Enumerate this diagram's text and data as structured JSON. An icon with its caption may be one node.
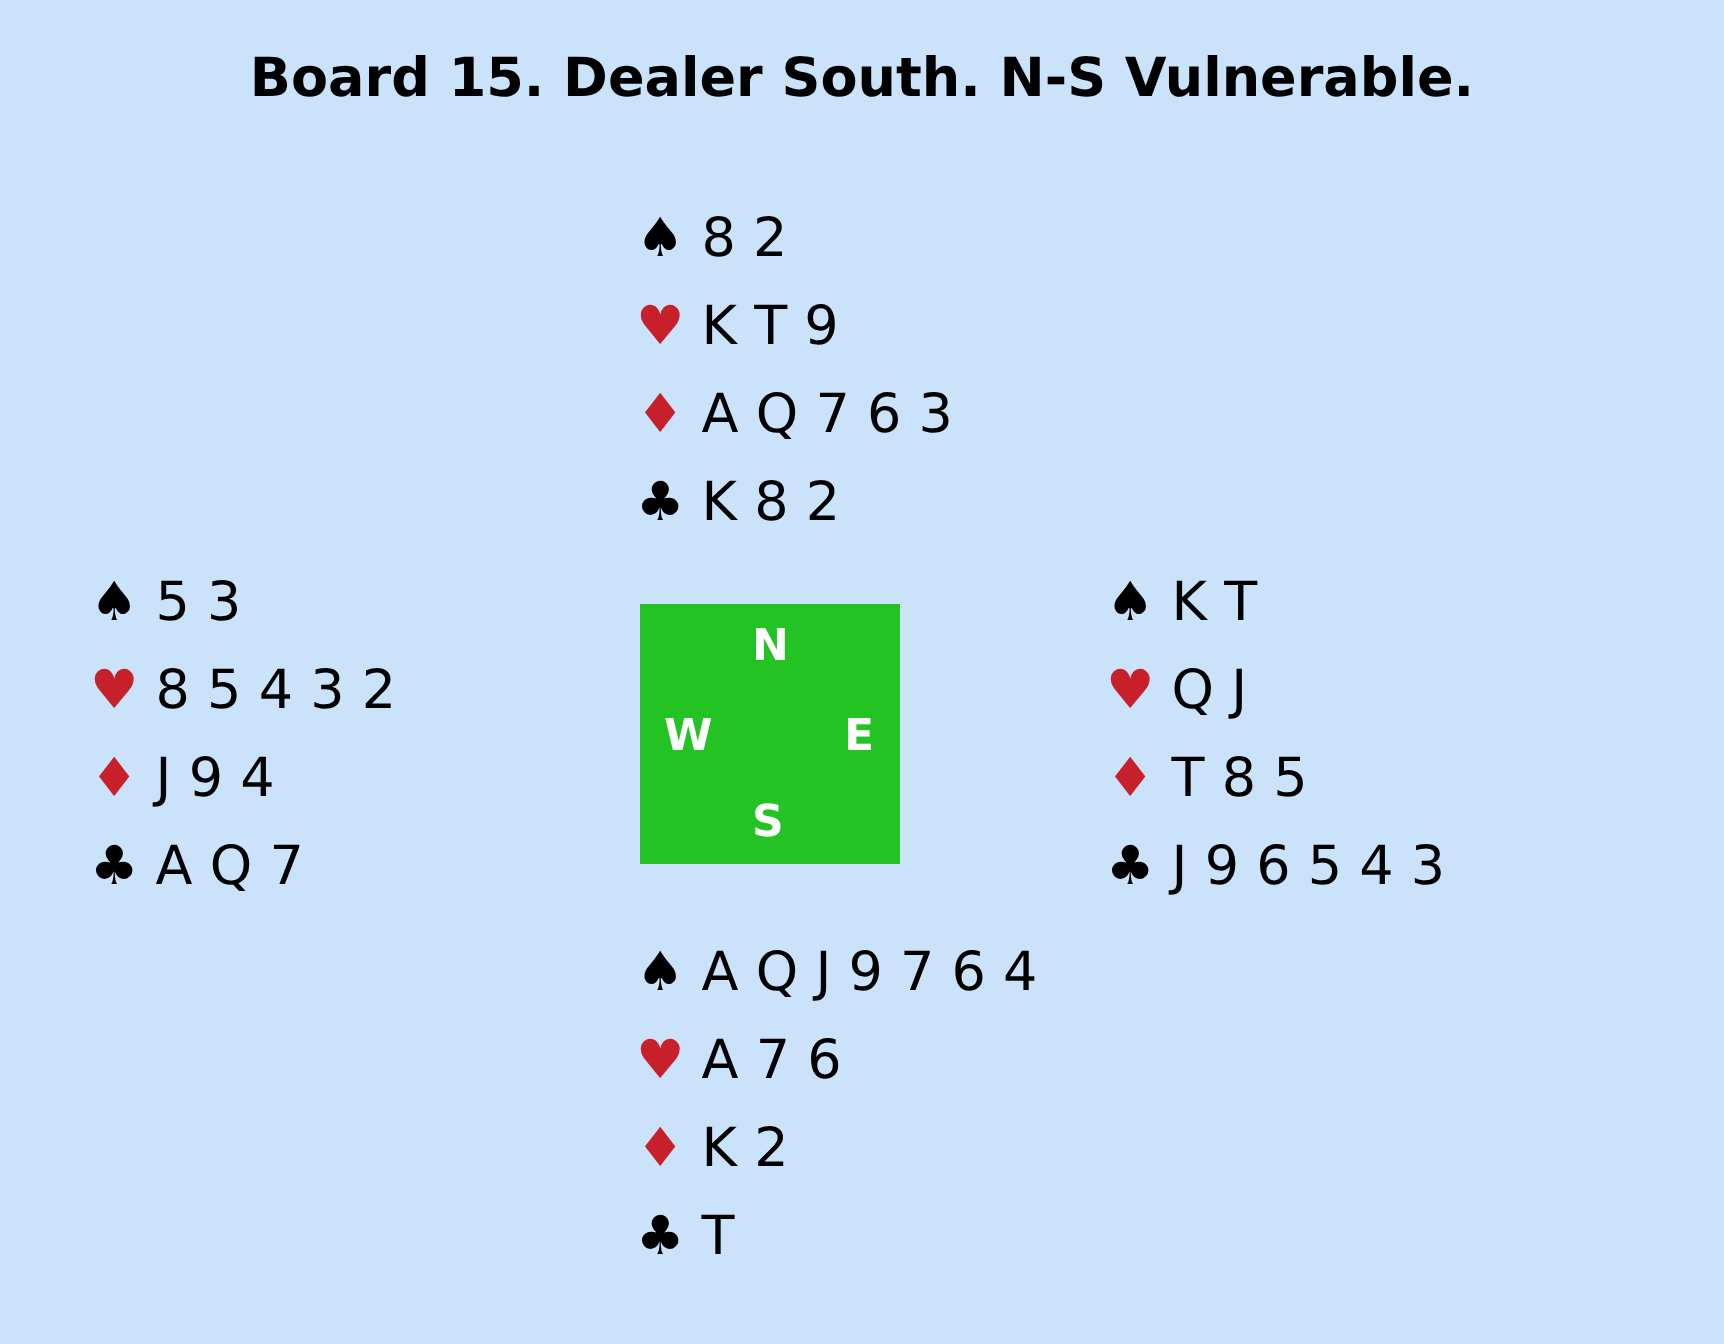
{
  "diagram": {
    "title": "Board 15. Dealer South. N-S Vulnerable.",
    "nodes": [
      {
        "text": [
          "N",
          "W",
          "E",
          "S"
        ]
      }
    ],
    "labels": [
      "♠ 8 2",
      "♥ K T 9",
      "♦ A Q 7 6 3",
      "♣ K 8 2",
      "♠ 5 3",
      "♥ 8 5 4 3 2",
      "♦ J 9 4",
      "♣ A Q 7",
      "♠ K T",
      "♥ Q J",
      "♦ T 8 5",
      "♣ J 9 6 5 4 3",
      "♠ A Q J 9 7 6 4",
      "♥ A 7 6",
      "♦ K 2",
      "♣ T"
    ]
  }
}
